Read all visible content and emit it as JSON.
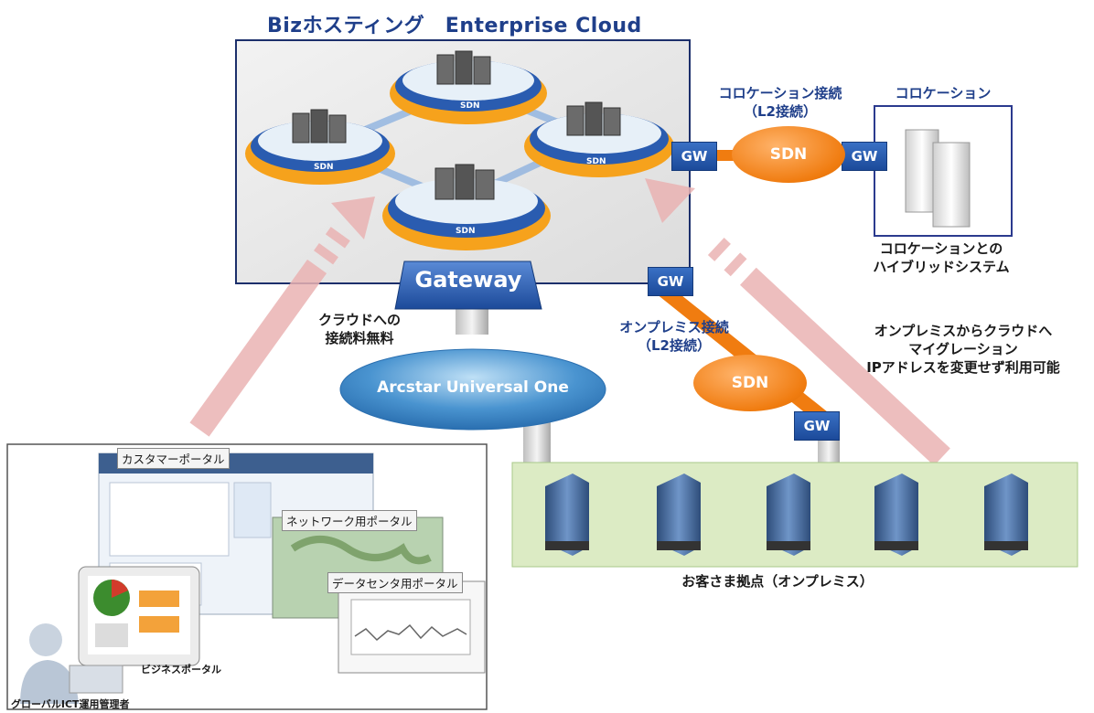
{
  "title": "Bizホスティング　Enterprise Cloud",
  "nodes": {
    "sdn_small": "SDN",
    "gateway": "Gateway",
    "arcstar": "Arcstar Universal One",
    "gw": "GW",
    "sdn": "SDN"
  },
  "colocation": {
    "connection_line1": "コロケーション接続",
    "connection_line2": "（L2接続）",
    "title": "コロケーション",
    "hybrid_line1": "コロケーションとの",
    "hybrid_line2": "ハイブリッドシステム"
  },
  "onprem": {
    "connection_line1": "オンプレミス接続",
    "connection_line2": "（L2接続）",
    "migration_line1": "オンプレミスからクラウドへ",
    "migration_line2": "マイグレーション",
    "migration_line3": "IPアドレスを変更せず利用可能",
    "sites_label": "お客さま拠点（オンプレミス）"
  },
  "cloud_connection": {
    "line1": "クラウドへの",
    "line2": "接続料無料"
  },
  "portals": {
    "customer": "カスタマーポータル",
    "network": "ネットワーク用ポータル",
    "datacenter": "データセンタ用ポータル",
    "business": "ビジネスポータル",
    "admin": "グローバルICT運用管理者"
  },
  "colors": {
    "title_blue": "#1f3f8a",
    "gw_blue": "#2a5cb0",
    "sdn_orange": "#f07c10",
    "arrow_pink": "#eab3b3",
    "sites_green": "#dcebc4"
  }
}
